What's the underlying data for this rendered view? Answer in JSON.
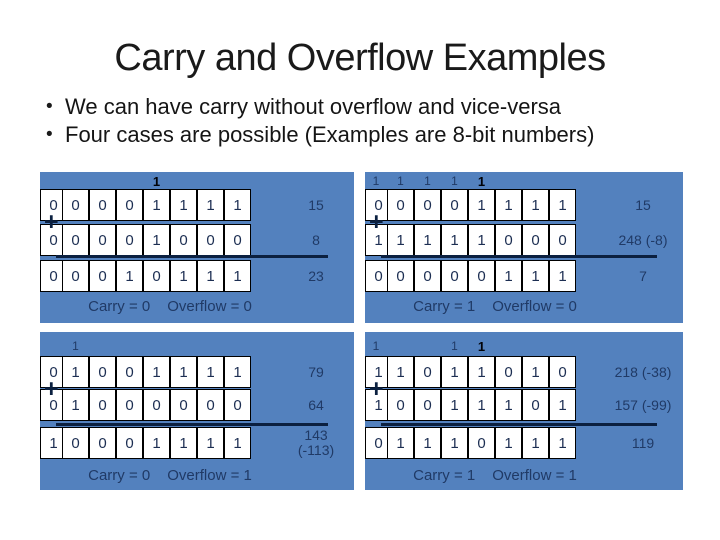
{
  "slide": {
    "title": "Carry and Overflow Examples",
    "bullet_glyph": "•",
    "bullets": [
      "We can have carry without overflow and vice-versa",
      "Four cases are possible (Examples are 8-bit numbers)"
    ]
  },
  "colors": {
    "panel_background": "#5381BE",
    "digit_navy": "#203A66",
    "bold_carry_black": "#000207",
    "sum_line": "#0B2040"
  },
  "panels": [
    {
      "name": "carry0-overflow0",
      "plus": "+",
      "carry_out": "",
      "carries": [
        {
          "col": 3,
          "value": "1",
          "bold": true
        }
      ],
      "operand1": {
        "bits": [
          "0",
          "0",
          "0",
          "0",
          "1",
          "1",
          "1",
          "1"
        ],
        "decimal": "15"
      },
      "operand2": {
        "bits": [
          "0",
          "0",
          "0",
          "0",
          "1",
          "0",
          "0",
          "0"
        ],
        "decimal": "8"
      },
      "result": {
        "bits": [
          "0",
          "0",
          "0",
          "1",
          "0",
          "1",
          "1",
          "1"
        ],
        "decimal": "23"
      },
      "carry_label": "Carry = 0",
      "overflow_label": "Overflow = 0"
    },
    {
      "name": "carry1-overflow0",
      "plus": "+",
      "carry_out": "1",
      "carries": [
        {
          "col": 0,
          "value": "1",
          "bold": false
        },
        {
          "col": 1,
          "value": "1",
          "bold": false
        },
        {
          "col": 2,
          "value": "1",
          "bold": false
        },
        {
          "col": 3,
          "value": "1",
          "bold": true
        }
      ],
      "operand1": {
        "bits": [
          "0",
          "0",
          "0",
          "0",
          "1",
          "1",
          "1",
          "1"
        ],
        "decimal": "15"
      },
      "operand2": {
        "bits": [
          "1",
          "1",
          "1",
          "1",
          "1",
          "0",
          "0",
          "0"
        ],
        "decimal": "248 (-8)"
      },
      "result": {
        "bits": [
          "0",
          "0",
          "0",
          "0",
          "0",
          "1",
          "1",
          "1"
        ],
        "decimal": "7"
      },
      "carry_label": "Carry = 1",
      "overflow_label": "Overflow = 0"
    },
    {
      "name": "carry0-overflow1",
      "plus": "+",
      "carry_out": "",
      "carries": [
        {
          "col": 0,
          "value": "1",
          "bold": false
        }
      ],
      "operand1": {
        "bits": [
          "0",
          "1",
          "0",
          "0",
          "1",
          "1",
          "1",
          "1"
        ],
        "decimal": "79"
      },
      "operand2": {
        "bits": [
          "0",
          "1",
          "0",
          "0",
          "0",
          "0",
          "0",
          "0"
        ],
        "decimal": "64"
      },
      "result": {
        "bits": [
          "1",
          "0",
          "0",
          "0",
          "1",
          "1",
          "1",
          "1"
        ],
        "decimal": "143\n(-113)"
      },
      "carry_label": "Carry = 0",
      "overflow_label": "Overflow = 1"
    },
    {
      "name": "carry1-overflow1",
      "plus": "+",
      "carry_out": "1",
      "carries": [
        {
          "col": 2,
          "value": "1",
          "bold": false
        },
        {
          "col": 3,
          "value": "1",
          "bold": true
        }
      ],
      "operand1": {
        "bits": [
          "1",
          "1",
          "0",
          "1",
          "1",
          "0",
          "1",
          "0"
        ],
        "decimal": "218 (-38)"
      },
      "operand2": {
        "bits": [
          "1",
          "0",
          "0",
          "1",
          "1",
          "1",
          "0",
          "1"
        ],
        "decimal": "157 (-99)"
      },
      "result": {
        "bits": [
          "0",
          "1",
          "1",
          "1",
          "0",
          "1",
          "1",
          "1"
        ],
        "decimal": "119"
      },
      "carry_label": "Carry = 1",
      "overflow_label": "Overflow = 1"
    }
  ]
}
